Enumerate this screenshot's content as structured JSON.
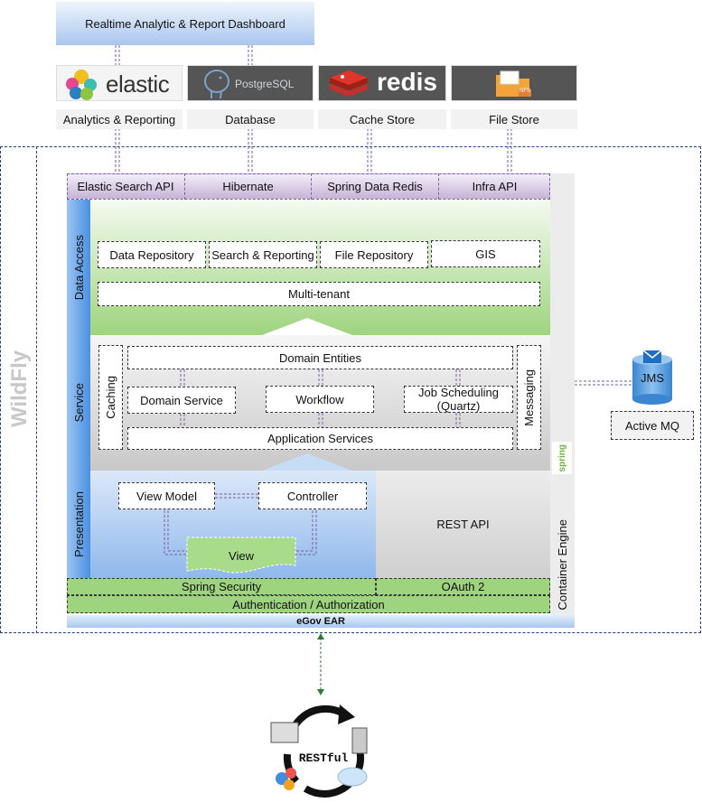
{
  "top": {
    "dashboard": "Realtime Analytic & Report Dashboard"
  },
  "stores": [
    {
      "logo_text": "elastic",
      "label": "Analytics & Reporting"
    },
    {
      "logo_text": "PostgreSQL",
      "label": "Database"
    },
    {
      "logo_text": "redis",
      "label": "Cache Store"
    },
    {
      "logo_text": "NFS",
      "label": "File Store"
    }
  ],
  "apis": [
    "Elastic Search API",
    "Hibernate",
    "Spring Data Redis",
    "Infra API"
  ],
  "layers": {
    "data_access": "Data Access",
    "service": "Service",
    "presentation": "Presentation"
  },
  "data_access": {
    "items": [
      "Data Repository",
      "Search & Reporting",
      "File Repository",
      "GIS"
    ],
    "multi_tenant": "Multi-tenant"
  },
  "service": {
    "caching": "Caching",
    "messaging": "Messaging",
    "domain_entities": "Domain Entities",
    "domain_service": "Domain Service",
    "workflow": "Workflow",
    "job_scheduling_1": "Job Scheduling",
    "job_scheduling_2": "(Quartz)",
    "application_services": "Application Services"
  },
  "presentation": {
    "view_model": "View Model",
    "controller": "Controller",
    "view": "View",
    "rest_api": "REST API"
  },
  "security": {
    "spring_security": "Spring Security",
    "oauth": "OAuth 2",
    "auth": "Authentication / Authorization",
    "ear": "eGov EAR"
  },
  "container": {
    "label": "Container Engine",
    "spring": "spring"
  },
  "wildfly": "WildFly",
  "jms": {
    "icon": "JMS",
    "label": "Active MQ"
  },
  "restful": "RESTful",
  "colors": {
    "api_bar": "#d5c6e0",
    "data_green": "#9fd47f",
    "presentation_blue": "#8fb8ec",
    "service_gray": "#cfcfcf",
    "auth_green": "#9fd47f",
    "ear_blue": "#a8c8ef"
  }
}
